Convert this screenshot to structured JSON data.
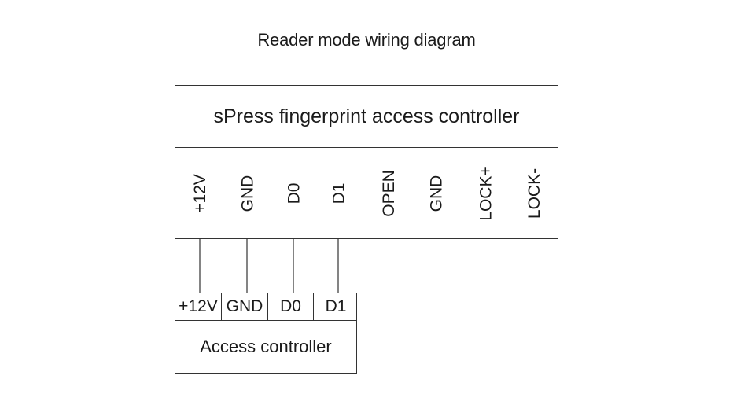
{
  "title": "Reader mode wiring diagram",
  "reader": {
    "label": "sPress fingerprint access controller",
    "terminals": [
      "+12V",
      "GND",
      "D0",
      "D1",
      "OPEN",
      "GND",
      "LOCK+",
      "LOCK-"
    ]
  },
  "controller": {
    "label": "Access controller",
    "terminals": [
      "+12V",
      "GND",
      "D0",
      "D1"
    ]
  },
  "connections": [
    {
      "from": "+12V",
      "to": "+12V"
    },
    {
      "from": "GND",
      "to": "GND"
    },
    {
      "from": "D0",
      "to": "D0"
    },
    {
      "from": "D1",
      "to": "D1"
    }
  ]
}
